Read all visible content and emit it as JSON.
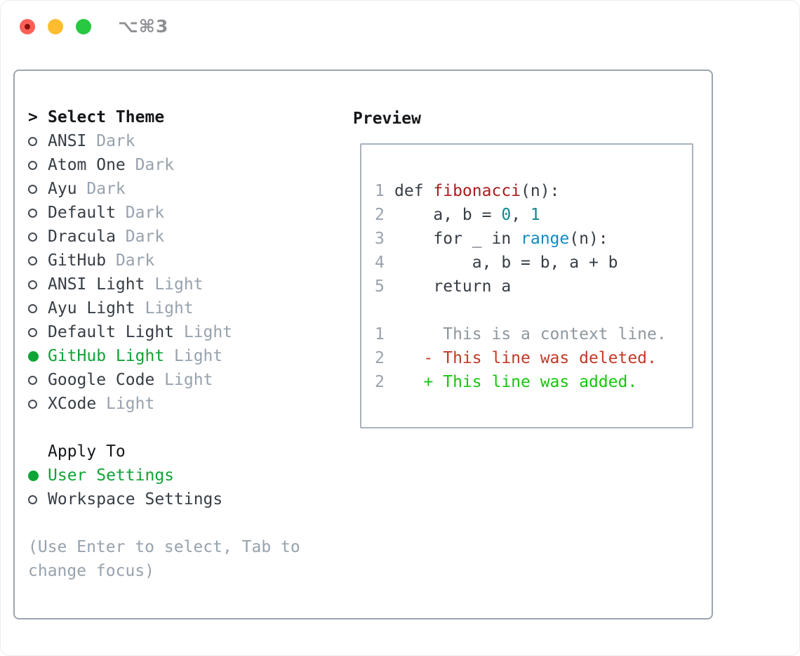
{
  "window": {
    "title_shortcut": "⌥⌘3",
    "traffic_lights": [
      "close",
      "minimize",
      "zoom"
    ]
  },
  "colors": {
    "accent-green": "#10a335",
    "added-green": "#16c60c",
    "deleted-red": "#c23a26",
    "func-red": "#a81d1d",
    "number-teal": "#0b8a8f",
    "builtin-blue": "#108ac4",
    "text-dark": "#363d45",
    "text-black": "#15181b",
    "text-gray": "#97a2ad",
    "border-gray": "#9aa5b1",
    "traffic-red": "#ff5f57",
    "traffic-yellow": "#febc2e",
    "traffic-green": "#28c840"
  },
  "theme_selector": {
    "header_prefix": ">",
    "header_label": "Select Theme",
    "themes": [
      {
        "name": "ANSI",
        "variant": "Dark",
        "selected": false
      },
      {
        "name": "Atom One",
        "variant": "Dark",
        "selected": false
      },
      {
        "name": "Ayu",
        "variant": "Dark",
        "selected": false
      },
      {
        "name": "Default",
        "variant": "Dark",
        "selected": false
      },
      {
        "name": "Dracula",
        "variant": "Dark",
        "selected": false
      },
      {
        "name": "GitHub",
        "variant": "Dark",
        "selected": false
      },
      {
        "name": "ANSI Light",
        "variant": "Light",
        "selected": false
      },
      {
        "name": "Ayu Light",
        "variant": "Light",
        "selected": false
      },
      {
        "name": "Default Light",
        "variant": "Light",
        "selected": false
      },
      {
        "name": "GitHub Light",
        "variant": "Light",
        "selected": true
      },
      {
        "name": "Google Code",
        "variant": "Light",
        "selected": false
      },
      {
        "name": "XCode",
        "variant": "Light",
        "selected": false
      }
    ],
    "apply_to": {
      "label": "Apply To",
      "options": [
        {
          "name": "User Settings",
          "selected": true
        },
        {
          "name": "Workspace Settings",
          "selected": false
        }
      ]
    },
    "help_lines": [
      "(Use Enter to select, Tab to",
      "change focus)"
    ]
  },
  "preview": {
    "label": "Preview",
    "lines": [
      {
        "num": "1",
        "tokens": [
          {
            "t": "def ",
            "c": "plain"
          },
          {
            "t": "fibonacci",
            "c": "func"
          },
          {
            "t": "(n):",
            "c": "plain"
          }
        ]
      },
      {
        "num": "2",
        "tokens": [
          {
            "t": "    a, b = ",
            "c": "plain"
          },
          {
            "t": "0",
            "c": "num"
          },
          {
            "t": ", ",
            "c": "plain"
          },
          {
            "t": "1",
            "c": "num"
          }
        ]
      },
      {
        "num": "3",
        "tokens": [
          {
            "t": "    for _ in ",
            "c": "plain"
          },
          {
            "t": "range",
            "c": "builtin"
          },
          {
            "t": "(n):",
            "c": "plain"
          }
        ]
      },
      {
        "num": "4",
        "tokens": [
          {
            "t": "        a, b = b, a + b",
            "c": "plain"
          }
        ]
      },
      {
        "num": "5",
        "tokens": [
          {
            "t": "    return a",
            "c": "plain"
          }
        ]
      },
      {
        "num": "",
        "tokens": []
      },
      {
        "num": "1",
        "tokens": [
          {
            "t": "     This is a context line.",
            "c": "ctx"
          }
        ]
      },
      {
        "num": "2",
        "tokens": [
          {
            "t": "   - This line was deleted.",
            "c": "del"
          }
        ]
      },
      {
        "num": "2",
        "tokens": [
          {
            "t": "   + This line was added.",
            "c": "add"
          }
        ]
      }
    ]
  }
}
